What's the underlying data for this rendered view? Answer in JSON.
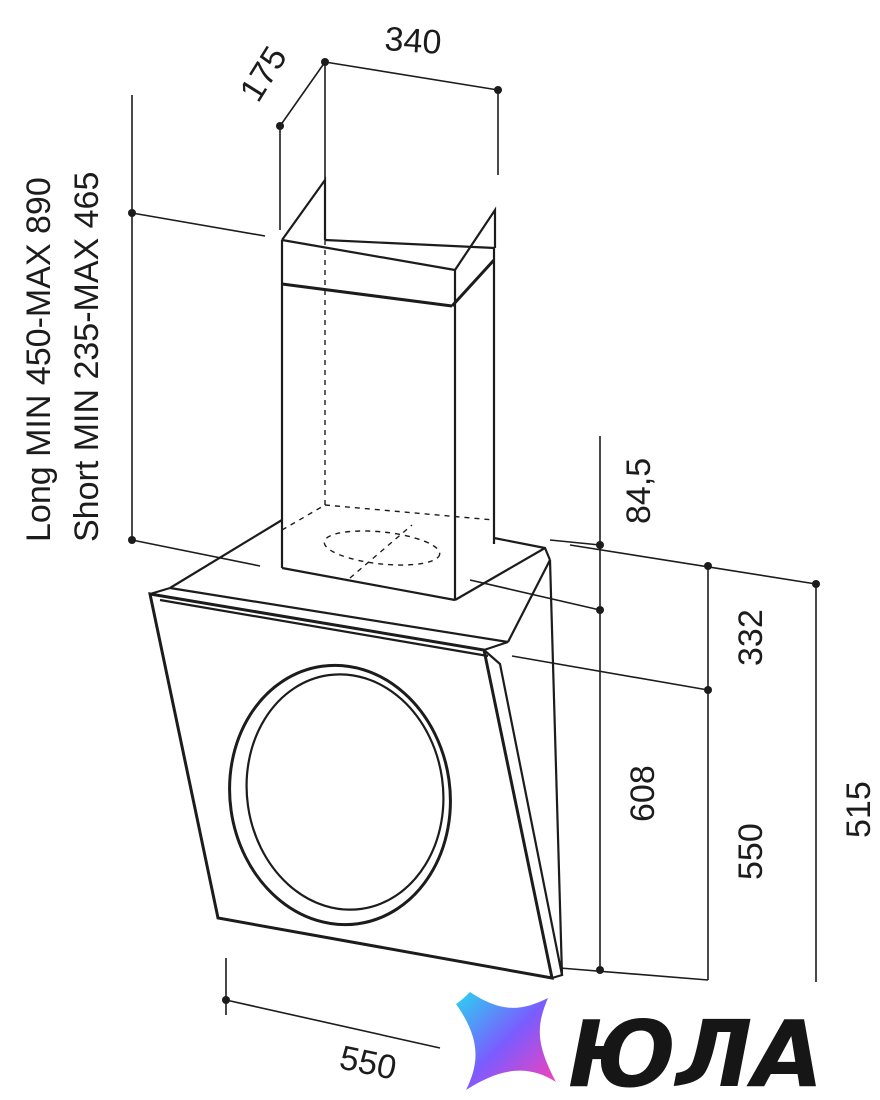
{
  "diagram": {
    "dimensions": {
      "chimney_width": "340",
      "chimney_depth": "175",
      "chimney_height_long": "Long MIN 450-MAX 890",
      "chimney_height_short": "Short MIN 235-MAX 465",
      "top_offset": "84,5",
      "mid_offset": "332",
      "hood_height_front": "608",
      "hood_height_mid": "550",
      "hood_height_total": "515",
      "hood_width": "550"
    }
  },
  "logo": {
    "text": "ЮЛА",
    "colors": [
      "#2ad4f0",
      "#7a5cff",
      "#ff3fb4"
    ]
  }
}
